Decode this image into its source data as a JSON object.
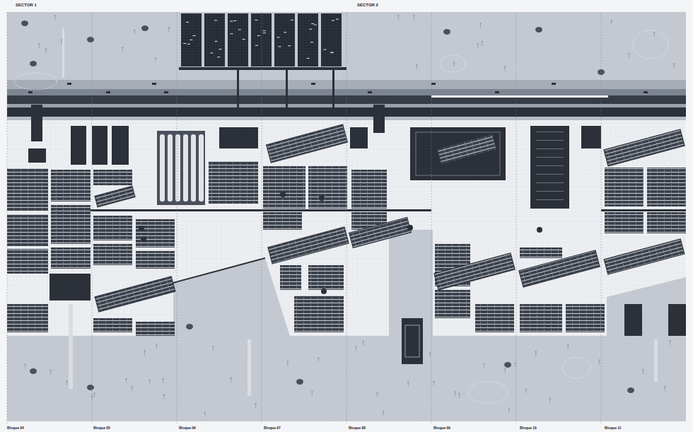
{
  "diagram": {
    "labels": [
      "SECTOR 1",
      "SECTOR 2",
      "Bloque 04",
      "Bloque 05",
      "Bloque 06",
      "Bloque 07",
      "Bloque 08",
      "Bloque 09",
      "Bloque 10",
      "Bloque 11"
    ]
  }
}
